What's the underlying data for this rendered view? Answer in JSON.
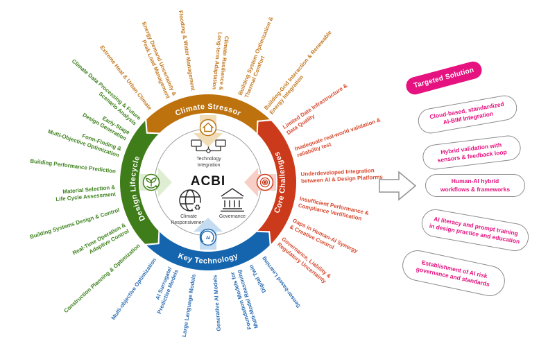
{
  "hub": {
    "acronym": "ACBI",
    "components": [
      {
        "name": "Technology Integration",
        "line1": "Technology",
        "line2": "Integration",
        "icon": "network-monitors-icon"
      },
      {
        "name": "Climate Responsiveness",
        "line1": "Climate",
        "line2": "Responsiveness",
        "icon": "globe-recycle-icon"
      },
      {
        "name": "Governance",
        "line1": "Governance",
        "line2": "",
        "icon": "bank-icon"
      }
    ]
  },
  "wheel": {
    "sectors": [
      {
        "id": "climate-stressor",
        "title": "Climate Stressor",
        "color": "#BD720E",
        "text_color": "#C47A22",
        "light": "#F0DCB6",
        "icon": "house-icon",
        "icon_text": "",
        "arc": [
          -45,
          45
        ],
        "labels": [
          {
            "angle": -38,
            "lines": [
              "Extreme Heat & Urban Climate"
            ]
          },
          {
            "angle": -23,
            "lines": [
              "Energy Demand Uncertainty &",
              "Peak Load Management"
            ]
          },
          {
            "angle": -9,
            "lines": [
              "Flooding & Water Management"
            ]
          },
          {
            "angle": 6,
            "lines": [
              "Climate Resilience &",
              "Long-term Adaptation"
            ]
          },
          {
            "angle": 22,
            "lines": [
              "Building System Optimization &",
              "Thermal Comfort"
            ]
          },
          {
            "angle": 40,
            "lines": [
              "Building-Grid Interaction & Renewable",
              "Energy Integration"
            ]
          }
        ]
      },
      {
        "id": "core-challenges",
        "title": "Core Challenges",
        "color": "#CC3A1C",
        "text_color": "#D84A30",
        "light": "#F7CFC6",
        "icon": "target-icon",
        "icon_text": "",
        "arc": [
          45,
          135
        ],
        "labels": [
          {
            "angle": 56,
            "lines": [
              "Limited Date Infrastructure &",
              "Data Quality"
            ]
          },
          {
            "angle": 71,
            "lines": [
              "Inadequate real-world validation &",
              "reliability test"
            ]
          },
          {
            "angle": 87,
            "lines": [
              "Underdeveloped Integration",
              "between AI & Design Platforms"
            ]
          },
          {
            "angle": 102,
            "lines": [
              "Insufficient Performance &",
              "Compliance Vertification"
            ]
          },
          {
            "angle": 116,
            "lines": [
              "Gaps in Human-AI Synergy",
              "& Creative Control"
            ]
          },
          {
            "angle": 129,
            "lines": [
              "Governance, Liability &",
              "Regulatory Uncertainty"
            ]
          }
        ]
      },
      {
        "id": "key-technology",
        "title": "Key Technology",
        "color": "#1565AE",
        "text_color": "#2F6FB4",
        "light": "#C4DCF2",
        "icon": "ai-head-icon",
        "icon_text": "AI",
        "arc": [
          135,
          225
        ],
        "labels": [
          {
            "angle": 144,
            "lines": [
              "Sensor-based Learning"
            ]
          },
          {
            "angle": 153,
            "lines": [
              "Digital Twin"
            ]
          },
          {
            "angle": 163,
            "lines": [
              "Foundation Models for",
              "Multi-Model Reasoning"
            ]
          },
          {
            "angle": 176,
            "lines": [
              "Generative AI Models"
            ]
          },
          {
            "angle": 189,
            "lines": [
              "Large Language Models"
            ]
          },
          {
            "angle": 202,
            "lines": [
              "AI Surrogate/",
              "Predictive Models"
            ]
          },
          {
            "angle": 215,
            "lines": [
              "Multi-objective Optimization"
            ]
          }
        ]
      },
      {
        "id": "design-lifecycle",
        "title": "Design Lifecycle",
        "color": "#3F7D1A",
        "text_color": "#3F831F",
        "light": "#DFEDD3",
        "icon": "sprout-icon",
        "icon_text": "",
        "arc": [
          225,
          315
        ],
        "labels": [
          {
            "angle": 228,
            "lines": [
              "Construction Planning & Optimization"
            ]
          },
          {
            "angle": 241,
            "lines": [
              "Real-Time Operation &",
              "Adaptive Control"
            ]
          },
          {
            "angle": 253,
            "lines": [
              "Building Systems Design & Control"
            ]
          },
          {
            "angle": 265,
            "lines": [
              "Material Selection &",
              "Life Cycle Assessment"
            ]
          },
          {
            "angle": 277,
            "lines": [
              "Building Performance Prediction"
            ]
          },
          {
            "angle": 289,
            "lines": [
              "Form-Finding &",
              "Multi-Objective Optimization"
            ]
          },
          {
            "angle": 300,
            "lines": [
              "Early-Stage",
              "Design Generation"
            ]
          },
          {
            "angle": 311,
            "lines": [
              "Climate Data Processing & Future",
              "Scenario Analysis"
            ]
          }
        ]
      }
    ]
  },
  "solutions": {
    "title": "Targeted Solution",
    "accent": "#E5127F",
    "items": [
      {
        "line1": "Cloud-based, standardized",
        "line2": "AI-BIM Integration"
      },
      {
        "line1": "Hybrid validation with",
        "line2": "sensors & feedback loop"
      },
      {
        "line1": "Human-AI hybrid",
        "line2": "workflows & frameworks"
      },
      {
        "line1": "AI literacy and prompt training",
        "line2": "in design practice and education"
      },
      {
        "line1": "Establishment of AI risk",
        "line2": "governance and standards"
      }
    ]
  }
}
